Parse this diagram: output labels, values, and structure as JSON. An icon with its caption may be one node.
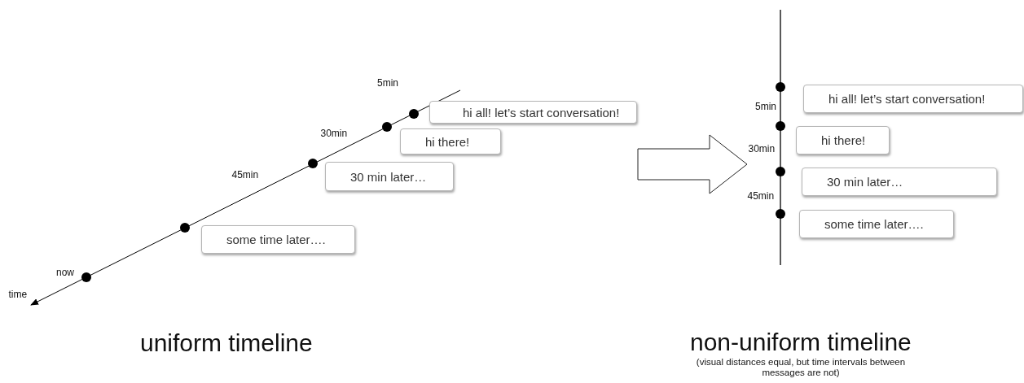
{
  "diagram": {
    "nodes": [
      {
        "text": [
          "hi all! let’s start conversation!"
        ]
      },
      {
        "text": [
          "hi there!"
        ]
      },
      {
        "text": [
          "30 min later…"
        ]
      },
      {
        "text": [
          "some time later…."
        ]
      },
      {
        "text": [
          "hi all! let’s start conversation!"
        ]
      },
      {
        "text": [
          "hi there!"
        ]
      },
      {
        "text": [
          "30 min later…"
        ]
      },
      {
        "text": [
          "some time later…."
        ]
      }
    ],
    "edges": [],
    "labels": [
      "5min",
      "30min",
      "45min",
      "now",
      "time",
      "5min",
      "30min",
      "45min",
      "uniform timeline",
      "non-uniform timeline",
      "(visual distances equal, but time intervals between messages are not)"
    ]
  }
}
